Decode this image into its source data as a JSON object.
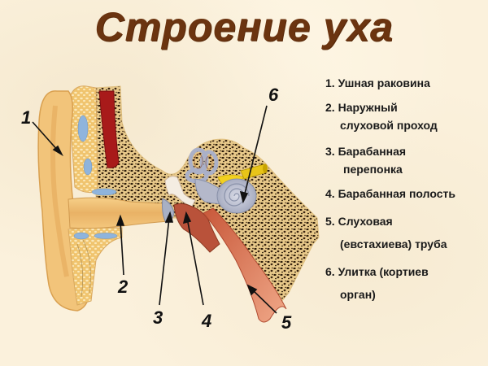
{
  "title": "Строение уха",
  "diagram": {
    "markers": [
      {
        "id": 1,
        "label": "1"
      },
      {
        "id": 2,
        "label": "2"
      },
      {
        "id": 3,
        "label": "3"
      },
      {
        "id": 4,
        "label": "4"
      },
      {
        "id": 5,
        "label": "5"
      },
      {
        "id": 6,
        "label": "6"
      }
    ]
  },
  "legend": {
    "items": [
      {
        "number": "1.",
        "line1": "Ушная раковина",
        "line2": ""
      },
      {
        "number": "2.",
        "line1": "Наружный",
        "line2": "слуховой проход"
      },
      {
        "number": "3.",
        "line1": "Барабанная",
        "line2": "перепонка"
      },
      {
        "number": "4.",
        "line1": "Барабанная полость",
        "line2": ""
      },
      {
        "number": "5.",
        "line1": "Слуховая",
        "line2": "(евстахиева) труба"
      },
      {
        "number": "6.",
        "line1": "Улитка (кортиев",
        "line2": "орган)"
      }
    ]
  },
  "colors": {
    "background": "#fbf1dc",
    "title": "#6b3410",
    "skin": "#f0c27a",
    "bone": "#2a1a08",
    "cartilage": "#8fb4dc",
    "vessel": "#a01818",
    "tube": "#d86a4a",
    "cochlea": "#b8bccc",
    "nerve": "#f0d020"
  }
}
